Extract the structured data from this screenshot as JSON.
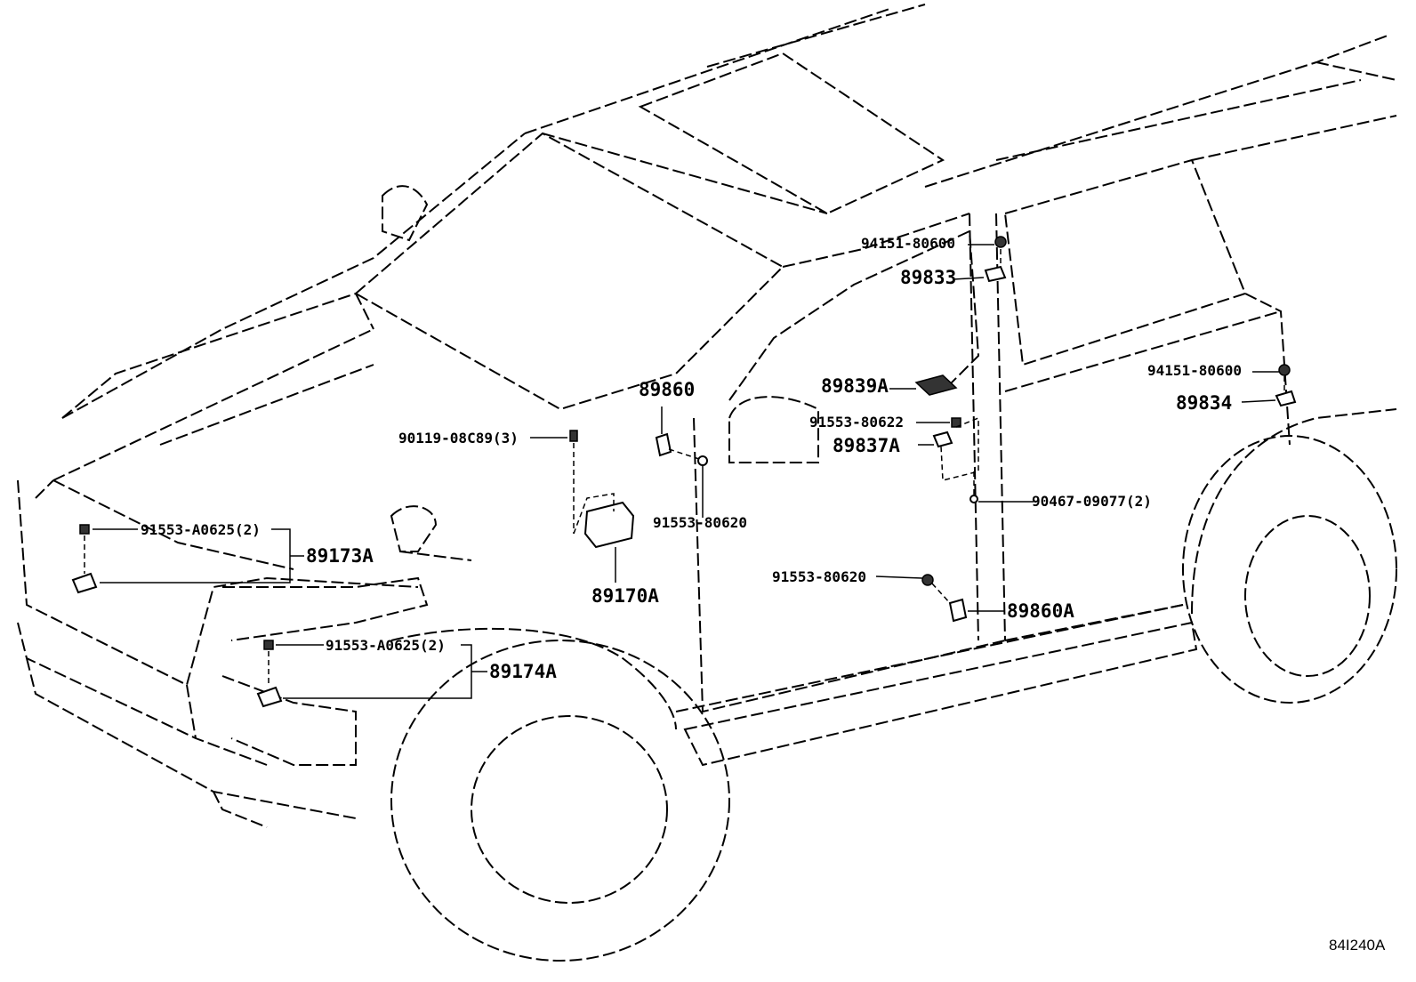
{
  "diagram_code": "84I240A",
  "callouts": {
    "c1": "94151-80600",
    "c2": "89833",
    "c3": "89839A",
    "c4": "91553-80622",
    "c5": "89837A",
    "c6": "90467-09077(2)",
    "c7": "94151-80600",
    "c8": "89834",
    "c9": "89860",
    "c10": "90119-08C89(3)",
    "c11": "91553-80620",
    "c12": "89170A",
    "c13": "91553-A0625(2)",
    "c14": "89173A",
    "c15": "91553-A0625(2)",
    "c16": "89174A",
    "c17": "91553-80620",
    "c18": "89860A"
  }
}
